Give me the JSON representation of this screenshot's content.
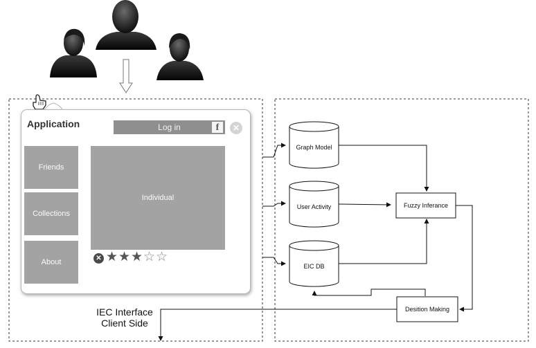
{
  "application": {
    "title": "Application",
    "login_label": "Log in",
    "facebook_glyph": "f",
    "close_glyph": "✕",
    "nav": [
      {
        "label": "Friends"
      },
      {
        "label": "Collections"
      },
      {
        "label": "About"
      }
    ],
    "content_label": "Individual",
    "rating": {
      "value": 3,
      "max": 5
    }
  },
  "client_side_label": [
    "IEC Interface",
    "Client Side"
  ],
  "server": {
    "databases": [
      {
        "label": "Graph Model"
      },
      {
        "label": "User Activity"
      },
      {
        "label": "EIC DB"
      }
    ],
    "fuzzy_label": "Fuzzy Inferance",
    "decision_label": "Desition Making"
  },
  "icons": [
    "user-silhouette-icon",
    "hand-cursor-icon",
    "down-arrow-icon",
    "facebook-icon",
    "close-icon",
    "star-icon"
  ]
}
